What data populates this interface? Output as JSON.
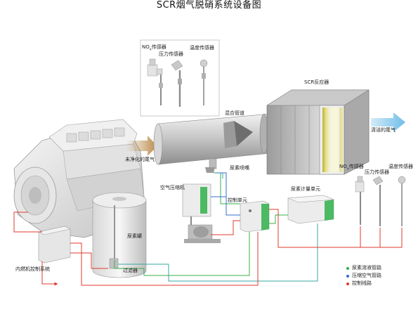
{
  "title": "SCR烟气脱硝系统设备图",
  "labels": {
    "nox_sensor_top_prefix": "NO",
    "nox_sensor_top_sub": "x",
    "nox_sensor_top_suffix": "传感器",
    "pressure_sensor_top": "压力传感器",
    "temp_sensor_top": "温度传感器",
    "scr_reactor": "SCR反应器",
    "mixing_pipe": "混合管道",
    "clean_exhaust": "清洁的尾气",
    "raw_exhaust": "未净化的尾气",
    "urea_nozzle": "尿素喷嘴",
    "air_compressor": "空气压缩机",
    "control_unit": "控制单元",
    "urea_metering_unit": "尿素计量单元",
    "nox_sensor_right_prefix": "NO",
    "nox_sensor_right_sub": "x",
    "nox_sensor_right_suffix": "传感器",
    "pressure_sensor_right": "压力传感器",
    "temp_sensor_right": "温度传感器",
    "urea_tank": "尿素罐",
    "ice_control_system": "内燃机控制系统",
    "filter": "过滤器"
  },
  "legend": [
    {
      "label": "尿素溶液管路",
      "color": "#35b04a"
    },
    {
      "label": "压缩空气管路",
      "color": "#2f6fd0"
    },
    {
      "label": "控制线路",
      "color": "#e23a2e"
    }
  ],
  "colors": {
    "urea_line": "#35b04a",
    "air_line": "#2f6fd0",
    "control_line": "#e23a2e",
    "teal_line": "#3aa7a0",
    "raw_arrow": "#b98a48",
    "clean_arrow": "#6fbde8",
    "equipment_accent": "#2fb24a"
  }
}
